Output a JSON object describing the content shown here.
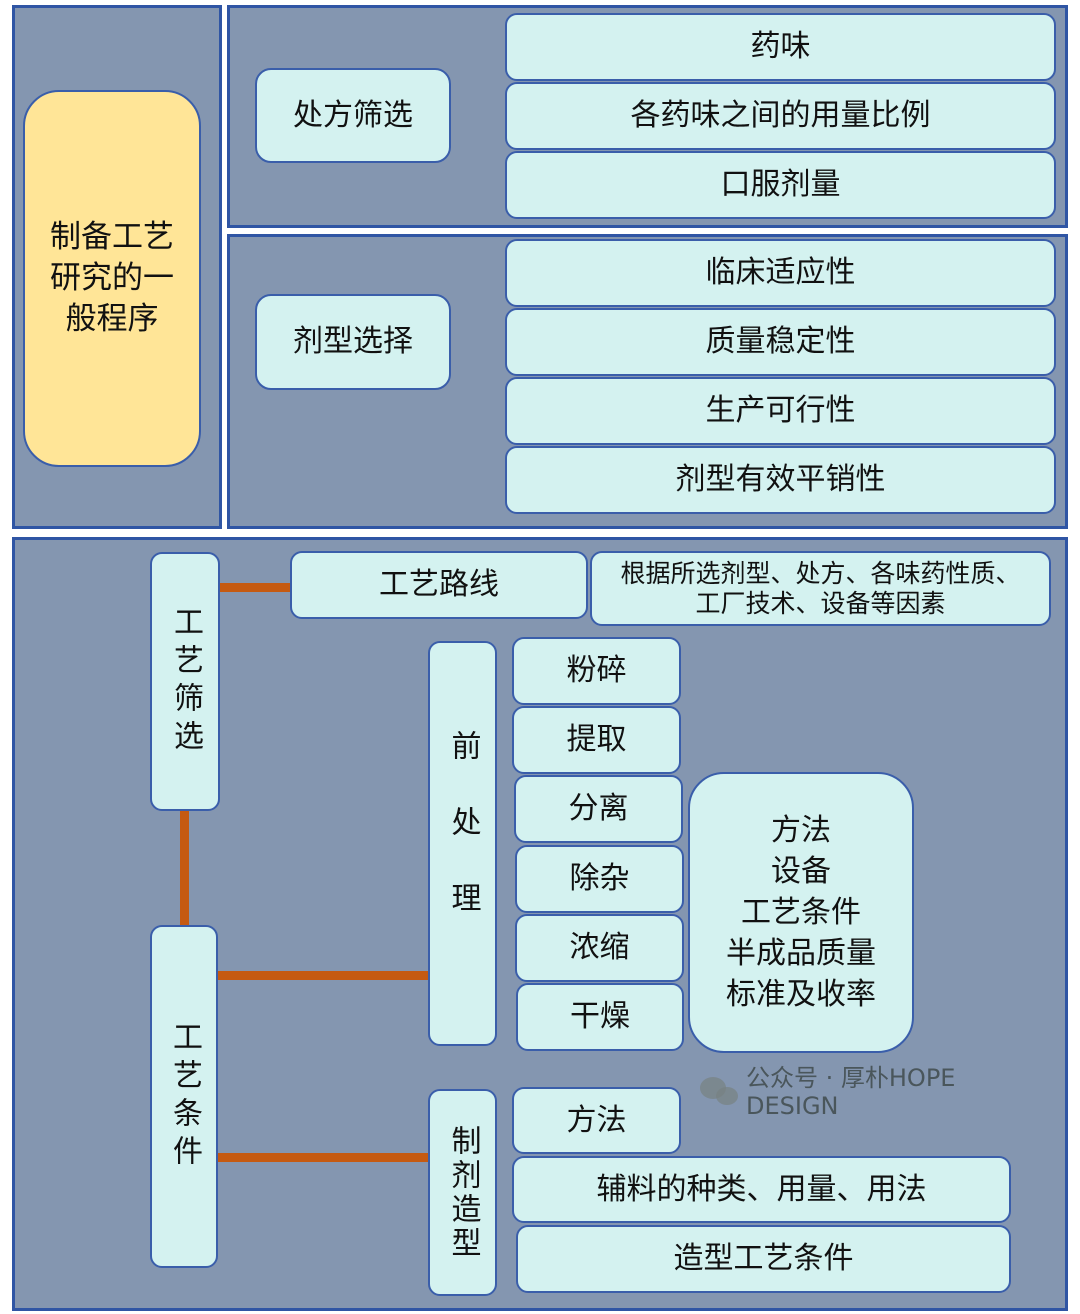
{
  "root": "制备工艺研究的一般程序",
  "prescription": {
    "label": "处方筛选",
    "items": [
      "药味",
      "各药味之间的用量比例",
      "口服剂量"
    ]
  },
  "dosage_form": {
    "label": "剂型选择",
    "items": [
      "临床适应性",
      "质量稳定性",
      "生产可行性",
      "剂型有效平销性"
    ]
  },
  "process_screening": {
    "label": "工艺筛选",
    "route": "工艺路线",
    "route_basis": "根据所选剂型、处方、各味药性质、工厂技术、设备等因素"
  },
  "process_conditions": {
    "label": "工艺条件",
    "pretreatment": {
      "label": "前处理",
      "steps": [
        "粉碎",
        "提取",
        "分离",
        "除杂",
        "浓缩",
        "干燥"
      ],
      "aspects": "方法\n设备\n工艺条件\n半成品质量\n标准及收率"
    },
    "formulation": {
      "label": "制剂造型",
      "items": [
        "方法",
        "辅料的种类、用量、用法",
        "造型工艺条件"
      ]
    }
  },
  "watermark": "公众号 · 厚朴HOPE DESIGN",
  "colors": {
    "panel": "#8496b0",
    "border": "#2f55a4",
    "box": "#d4f2f0",
    "root": "#ffe597",
    "connector": "#c55a11"
  }
}
